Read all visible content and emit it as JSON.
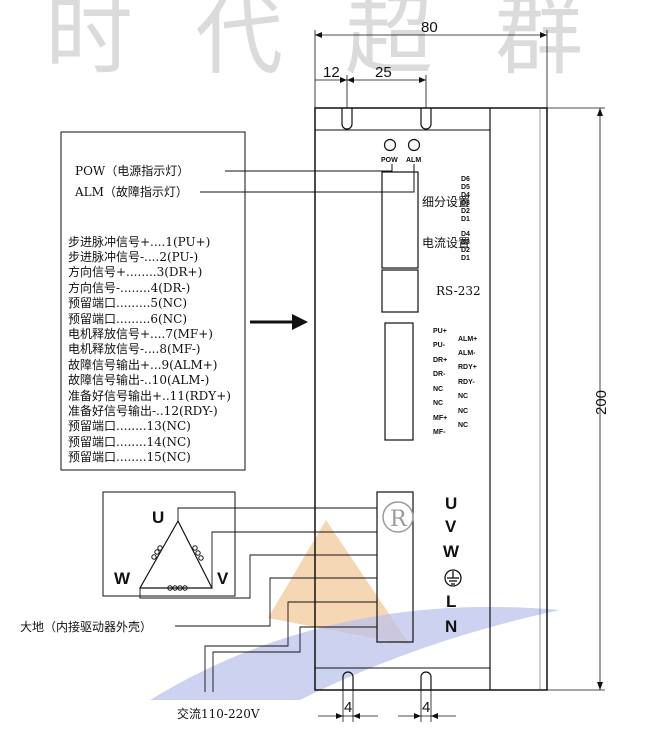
{
  "watermark": {
    "text": "时代超群",
    "logo_color": "#f3c99a",
    "logo_color2": "#bcc3ec"
  },
  "dimensions": {
    "width": "80",
    "left_offset": "12",
    "hole_spacing": "25",
    "height": "200",
    "slot_bottom_left": "4",
    "slot_bottom_right": "4"
  },
  "indicators": {
    "pow": "POW",
    "alm": "ALM",
    "pow_desc": "POW（电源指示灯）",
    "alm_desc": "ALM（故障指示灯）"
  },
  "switches": {
    "subdiv_label": "细分设置",
    "current_label": "电流设置",
    "subdiv_pins": [
      "D6",
      "D5",
      "D4",
      "D3",
      "D2",
      "D1"
    ],
    "current_pins": [
      "D4",
      "D3",
      "D2",
      "D1"
    ],
    "rs232": "RS-232"
  },
  "signals": [
    "步进脉冲信号+....1(PU+)",
    "步进脉冲信号-....2(PU-)",
    "方向信号+........3(DR+)",
    "方向信号-........4(DR-)",
    "预留端口.........5(NC)",
    "预留端口.........6(NC)",
    "电机释放信号+....7(MF+)",
    "电机释放信号-....8(MF-)",
    "故障信号输出+...9(ALM+)",
    "故障信号输出-..10(ALM-)",
    "准备好信号输出+..11(RDY+)",
    "准备好信号输出-..12(RDY-)",
    "预留端口........13(NC)",
    "预留端口........14(NC)",
    "预留端口........15(NC)"
  ],
  "connector_left": [
    "PU+",
    "PU-",
    "DR+",
    "DR-",
    "NC",
    "NC",
    "MF+",
    "MF-"
  ],
  "connector_right": [
    "ALM+",
    "ALM-",
    "RDY+",
    "RDY-",
    "NC",
    "NC",
    "NC"
  ],
  "power_terminals": [
    "U",
    "V",
    "W",
    "L",
    "N"
  ],
  "motor": {
    "u": "U",
    "v": "V",
    "w": "W"
  },
  "ground_label": "大地（内接驱动器外壳）",
  "ac_label": "交流110-220V",
  "registered": "R"
}
